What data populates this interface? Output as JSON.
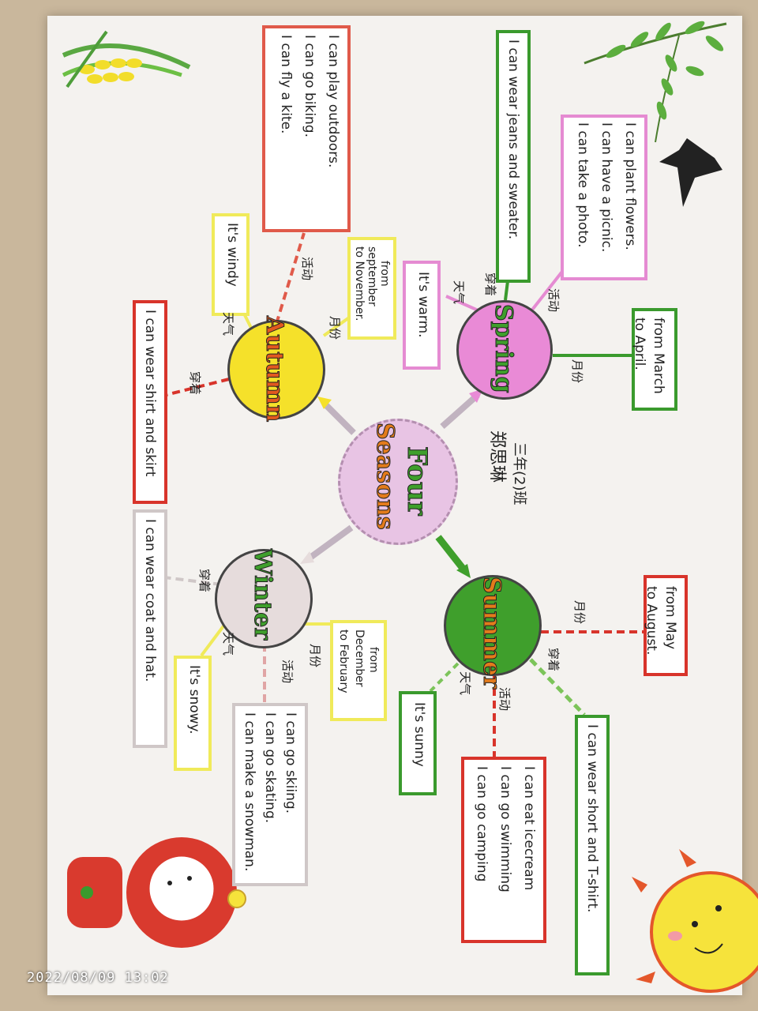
{
  "center": {
    "title_line1": "Four",
    "title_line2": "Seasons"
  },
  "class_note": {
    "line1": "三年(2)班",
    "line2": "郑思琳"
  },
  "spring": {
    "name": "Spring",
    "months_label": "月份",
    "months": [
      "from March",
      "to April."
    ],
    "activity_label": "活动",
    "activities": [
      "I can plant flowers.",
      "I can have a picnic.",
      "I can take a photo."
    ],
    "clothes_label": "穿着",
    "clothes": [
      "I can wear jeans and sweater."
    ],
    "weather_label": "天气",
    "weather": "It's warm."
  },
  "summer": {
    "name": "Summer",
    "months_label": "月份",
    "months": [
      "from May",
      "to August."
    ],
    "activity_label": "活动",
    "activities": [
      "I can eat icecream",
      "I can go swimming",
      "I can go camping"
    ],
    "clothes_label": "穿着",
    "clothes": [
      "I can wear short and T-shirt."
    ],
    "weather_label": "天气",
    "weather": "It's sunny"
  },
  "autumn": {
    "name": "Autumn",
    "months_label": "月份",
    "months": [
      "from",
      "september",
      "to November."
    ],
    "activity_label": "活动",
    "activities": [
      "I can play outdoors.",
      "I can go biking.",
      "I can fly a kite."
    ],
    "clothes_label": "穿着",
    "clothes": [
      "I can wear shirt and skirt"
    ],
    "weather_label": "天气",
    "weather": "It's windy"
  },
  "winter": {
    "name": "Winter",
    "months_label": "月份",
    "months": [
      "from",
      "December",
      "to February"
    ],
    "activity_label": "活动",
    "activities": [
      "I can go skiing.",
      "I can go skating.",
      "I can make a snowman."
    ],
    "clothes_label": "穿着",
    "clothes": [
      "I can wear coat and hat."
    ],
    "weather_label": "天气",
    "weather": "It's snowy."
  },
  "timestamp": "2022/08/09 13:02",
  "colors": {
    "spring": "#e98ad6",
    "summer": "#3f9f2c",
    "autumn": "#f5e12a",
    "winter": "#e6dcdc",
    "center": "#e8c4e4",
    "red_box": "#d8342b",
    "green_box": "#3a9a2d",
    "pink_box": "#e58bd2",
    "yellow_box": "#f0ea5a",
    "gray_box": "#cfc7c7"
  }
}
